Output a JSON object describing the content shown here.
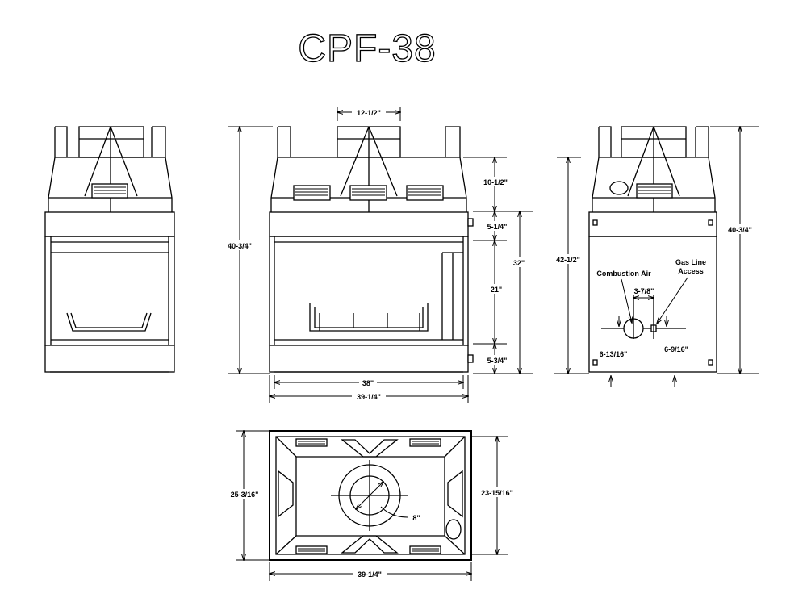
{
  "title": "CPF-38",
  "front": {
    "top_width": "12-1/2\"",
    "total_height": "40-3/4\"",
    "top_section": "10-1/2\"",
    "upper_band": "5-1/4\"",
    "opening_height": "21\"",
    "body_height": "32\"",
    "base_band": "5-3/4\"",
    "inner_width": "38\"",
    "outer_width": "39-1/4\""
  },
  "rear": {
    "body_height": "42-1/2\"",
    "total_height": "40-3/4\"",
    "combustion_air": "Combustion Air",
    "gas_line": "Gas Line\nAccess",
    "gas_line_1": "Gas Line",
    "gas_line_2": "Access",
    "offset": "3-7/8\"",
    "left_offset": "6-13/16\"",
    "right_offset": "6-9/16\""
  },
  "top": {
    "left_depth": "25-3/16\"",
    "right_depth": "23-15/16\"",
    "flue_diameter": "8\"",
    "width": "39-1/4\""
  }
}
